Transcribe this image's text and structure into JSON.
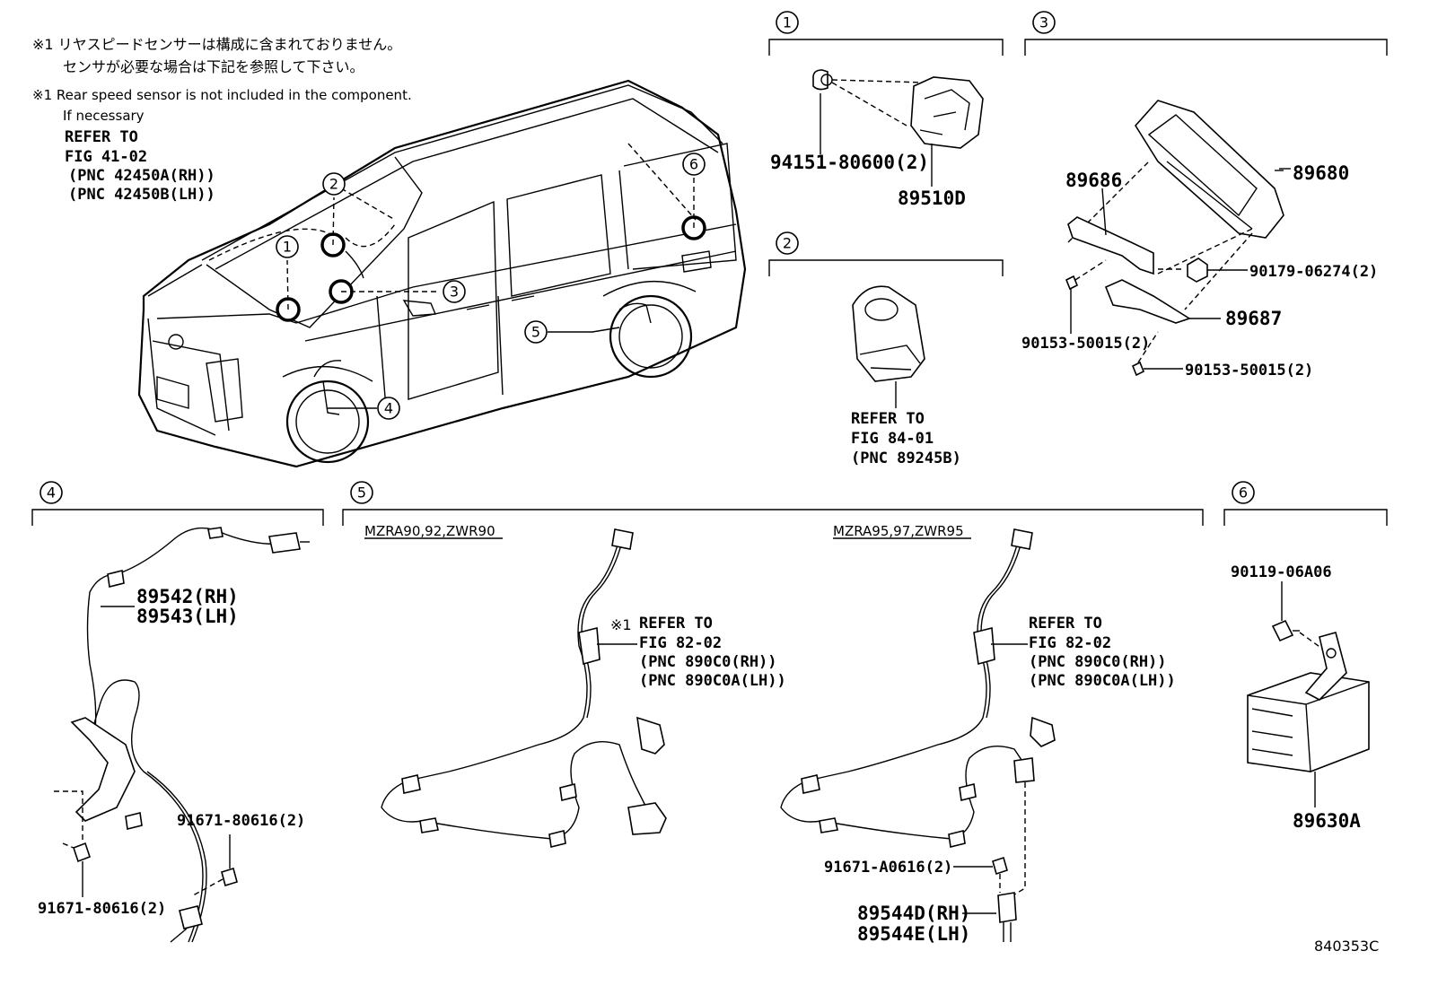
{
  "notes": {
    "jp_line1": "※1 リヤスピードセンサーは構成に含まれておりません。",
    "jp_line2": "センサが必要な場合は下記を参照して下さい。",
    "en_line1": "※1 Rear speed sensor is not included in the component.",
    "en_line2": "If necessary",
    "refer1": "REFER TO",
    "refer2": "FIG 41-02",
    "refer3": "(PNC 42450A(RH))",
    "refer4": "(PNC 42450B(LH))"
  },
  "callouts": [
    "1",
    "2",
    "3",
    "4",
    "5",
    "6"
  ],
  "section1": {
    "grommet": "94151-80600(2)",
    "sensor": "89510D"
  },
  "section2": {
    "refer1": "REFER TO",
    "refer2": "FIG 84-01",
    "refer3": "(PNC 89245B)"
  },
  "section3": {
    "computer": "89680",
    "bracket_a": "89686",
    "nut": "90179-06274(2)",
    "bracket_b": "89687",
    "bolt_a": "90153-50015(2)",
    "bolt_b": "90153-50015(2)"
  },
  "section4": {
    "wire_rh": "89542(RH)",
    "wire_lh": "89543(LH)",
    "bolt_upper": "91671-80616(2)",
    "bolt_lower": "91671-80616(2)"
  },
  "section5": {
    "model_a": "MZRA90,92,ZWR90",
    "model_b": "MZRA95,97,ZWR95",
    "mark": "※1",
    "a_refer1": "REFER TO",
    "a_refer2": "FIG 82-02",
    "a_refer3": "(PNC 890C0(RH))",
    "a_refer4": "(PNC 890C0A(LH))",
    "b_refer1": "REFER TO",
    "b_refer2": "FIG 82-02",
    "b_refer3": "(PNC 890C0(RH))",
    "b_refer4": "(PNC 890C0A(LH))",
    "bolt": "91671-A0616(2)",
    "sensor_rh": "89544D(RH)",
    "sensor_lh": "89544E(LH)"
  },
  "section6": {
    "bolt": "90119-06A06",
    "ecu": "89630A"
  },
  "figure_code": "840353C"
}
